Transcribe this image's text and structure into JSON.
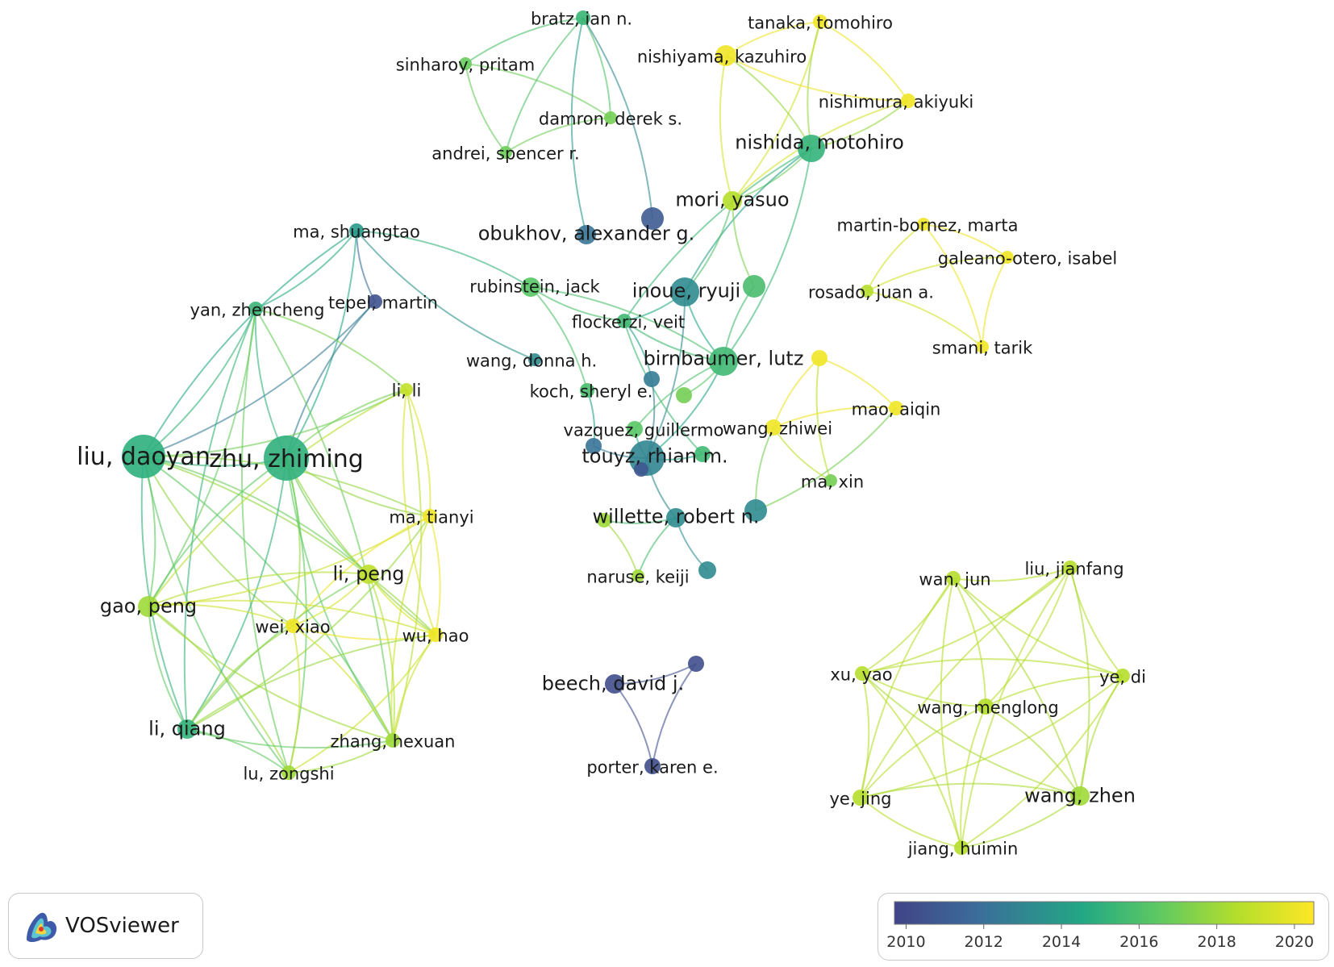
{
  "app": {
    "logo_text": "VOSviewer"
  },
  "colors": {
    "c2010": "#414487",
    "c2012": "#3b6d9a",
    "c2014": "#22a884",
    "c2016": "#5ec962",
    "c2018": "#b5de2b",
    "c2020": "#fde725"
  },
  "legend": {
    "ticks": [
      "2010",
      "2012",
      "2014",
      "2016",
      "2018",
      "2020"
    ],
    "min": 2009.7,
    "max": 2020.5
  },
  "nodes": [
    {
      "id": "bratz",
      "label": "bratz, ian n.",
      "year": 2014.8
    },
    {
      "id": "sinharoy",
      "label": "sinharoy, pritam",
      "year": 2016.2
    },
    {
      "id": "damron",
      "label": "damron, derek s.",
      "year": 2016.5
    },
    {
      "id": "andrei",
      "label": "andrei, spencer r.",
      "year": 2016.3
    },
    {
      "id": "tanaka",
      "label": "tanaka, tomohiro",
      "year": 2020.0
    },
    {
      "id": "nishiyama",
      "label": "nishiyama, kazuhiro",
      "year": 2020.0
    },
    {
      "id": "nishimura",
      "label": "nishimura, akiyuki",
      "year": 2020.0
    },
    {
      "id": "nishida",
      "label": "nishida, motohiro",
      "year": 2014.6
    },
    {
      "id": "mori",
      "label": "mori, yasuo",
      "year": 2018.0
    },
    {
      "id": "obukhov",
      "label": "obukhov, alexander g.",
      "year": 2012.3
    },
    {
      "id": "obuk2",
      "label": "",
      "year": 2011.0
    },
    {
      "id": "martinb",
      "label": "martin-bornez, marta",
      "year": 2020.0
    },
    {
      "id": "galeano",
      "label": "galeano-otero, isabel",
      "year": 2020.0
    },
    {
      "id": "rosado",
      "label": "rosado, juan a.",
      "year": 2018.0
    },
    {
      "id": "smani",
      "label": "smani, tarik",
      "year": 2020.0
    },
    {
      "id": "mashuang",
      "label": "ma, shuangtao",
      "year": 2013.5
    },
    {
      "id": "rubinstein",
      "label": "rubinstein, jack",
      "year": 2015.8
    },
    {
      "id": "inoue",
      "label": "inoue, ryuji",
      "year": 2013.0
    },
    {
      "id": "inoue2",
      "label": "",
      "year": 2015.3
    },
    {
      "id": "yanzh",
      "label": "yan, zhencheng",
      "year": 2014.8
    },
    {
      "id": "tepel",
      "label": "tepel, martin",
      "year": 2010.5
    },
    {
      "id": "flockerzi",
      "label": "flockerzi, veit",
      "year": 2015.0
    },
    {
      "id": "wangdonna",
      "label": "wang, donna h.",
      "year": 2013.0
    },
    {
      "id": "birnbaumer",
      "label": "birnbaumer, lutz",
      "year": 2015.0
    },
    {
      "id": "birnY",
      "label": "",
      "year": 2020.0
    },
    {
      "id": "lili",
      "label": "li, li",
      "year": 2018.5
    },
    {
      "id": "koch",
      "label": "koch, sheryl e.",
      "year": 2015.3
    },
    {
      "id": "blue1",
      "label": "",
      "year": 2012.5
    },
    {
      "id": "green1",
      "label": "",
      "year": 2016.5
    },
    {
      "id": "maoaiqin",
      "label": "mao, aiqin",
      "year": 2020.0
    },
    {
      "id": "vazquez",
      "label": "vazquez, guillermo",
      "year": 2015.8
    },
    {
      "id": "wangzhiwei",
      "label": "wang, zhiwei",
      "year": 2020.0
    },
    {
      "id": "liudaoyan",
      "label": "liu, daoyan",
      "year": 2014.4
    },
    {
      "id": "zhuzhiming",
      "label": "zhu, zhiming",
      "year": 2014.5
    },
    {
      "id": "touyz",
      "label": "touyz, rhian m.",
      "year": 2012.8
    },
    {
      "id": "touyzA",
      "label": "",
      "year": 2012.2
    },
    {
      "id": "touyzB",
      "label": "",
      "year": 2015.0
    },
    {
      "id": "touyzC",
      "label": "",
      "year": 2010.8
    },
    {
      "id": "maxin",
      "label": "ma, xin",
      "year": 2016.5
    },
    {
      "id": "matianyi",
      "label": "ma, tianyi",
      "year": 2020.0
    },
    {
      "id": "willette",
      "label": "willette, robert n.",
      "year": 2013.0
    },
    {
      "id": "willA",
      "label": "",
      "year": 2017.5
    },
    {
      "id": "willB",
      "label": "",
      "year": 2013.0
    },
    {
      "id": "willC",
      "label": "",
      "year": 2013.0
    },
    {
      "id": "lipeng",
      "label": "li, peng",
      "year": 2018.3
    },
    {
      "id": "naruse",
      "label": "naruse, keiji",
      "year": 2017.5
    },
    {
      "id": "wanjun",
      "label": "wan, jun",
      "year": 2018.0
    },
    {
      "id": "liujianfang",
      "label": "liu, jianfang",
      "year": 2018.0
    },
    {
      "id": "gaopeng",
      "label": "gao, peng",
      "year": 2017.5
    },
    {
      "id": "weixiao",
      "label": "wei, xiao",
      "year": 2020.0
    },
    {
      "id": "wuhao",
      "label": "wu, hao",
      "year": 2020.0
    },
    {
      "id": "xuyao",
      "label": "xu, yao",
      "year": 2018.0
    },
    {
      "id": "yedi",
      "label": "ye, di",
      "year": 2018.0
    },
    {
      "id": "beech",
      "label": "beech, david j.",
      "year": 2010.3
    },
    {
      "id": "beechB",
      "label": "",
      "year": 2010.3
    },
    {
      "id": "wangmenglong",
      "label": "wang, menglong",
      "year": 2018.0
    },
    {
      "id": "liqiang",
      "label": "li, qiang",
      "year": 2014.6
    },
    {
      "id": "zhanghexuan",
      "label": "zhang, hexuan",
      "year": 2017.5
    },
    {
      "id": "porter",
      "label": "porter, karen e.",
      "year": 2010.3
    },
    {
      "id": "luzongshi",
      "label": "lu, zongshi",
      "year": 2017.5
    },
    {
      "id": "yejing",
      "label": "ye, jing",
      "year": 2018.0
    },
    {
      "id": "wangzhen",
      "label": "wang, zhen",
      "year": 2017.5
    },
    {
      "id": "jianghuimin",
      "label": "jiang, huimin",
      "year": 2018.0
    }
  ],
  "links": [
    [
      "bratz",
      "sinharoy"
    ],
    [
      "bratz",
      "damron"
    ],
    [
      "bratz",
      "andrei"
    ],
    [
      "bratz",
      "obuk2"
    ],
    [
      "bratz",
      "obukhov"
    ],
    [
      "sinharoy",
      "damron"
    ],
    [
      "sinharoy",
      "andrei"
    ],
    [
      "andrei",
      "damron"
    ],
    [
      "tanaka",
      "nishiyama"
    ],
    [
      "tanaka",
      "nishimura"
    ],
    [
      "tanaka",
      "nishida"
    ],
    [
      "tanaka",
      "mori"
    ],
    [
      "nishiyama",
      "nishimura"
    ],
    [
      "nishiyama",
      "nishida"
    ],
    [
      "nishiyama",
      "mori"
    ],
    [
      "nishimura",
      "nishida"
    ],
    [
      "nishimura",
      "mori"
    ],
    [
      "nishida",
      "mori"
    ],
    [
      "nishida",
      "inoue"
    ],
    [
      "nishida",
      "birnbaumer"
    ],
    [
      "nishida",
      "flockerzi"
    ],
    [
      "mori",
      "inoue"
    ],
    [
      "mori",
      "inoue2"
    ],
    [
      "martinb",
      "galeano"
    ],
    [
      "martinb",
      "rosado"
    ],
    [
      "martinb",
      "smani"
    ],
    [
      "galeano",
      "smani"
    ],
    [
      "rosado",
      "smani"
    ],
    [
      "galeano",
      "rosado"
    ],
    [
      "mashuang",
      "rubinstein"
    ],
    [
      "mashuang",
      "tepel"
    ],
    [
      "mashuang",
      "yanzh"
    ],
    [
      "mashuang",
      "liudaoyan"
    ],
    [
      "mashuang",
      "zhuzhiming"
    ],
    [
      "mashuang",
      "wangdonna"
    ],
    [
      "rubinstein",
      "koch"
    ],
    [
      "rubinstein",
      "flockerzi"
    ],
    [
      "rubinstein",
      "birnbaumer"
    ],
    [
      "inoue",
      "birnbaumer"
    ],
    [
      "inoue",
      "flockerzi"
    ],
    [
      "inoue2",
      "birnbaumer"
    ],
    [
      "inoue",
      "touyz"
    ],
    [
      "flockerzi",
      "birnbaumer"
    ],
    [
      "flockerzi",
      "blue1"
    ],
    [
      "flockerzi",
      "touyzB"
    ],
    [
      "birnbaumer",
      "green1"
    ],
    [
      "birnbaumer",
      "vazquez"
    ],
    [
      "birnbaumer",
      "touyz"
    ],
    [
      "birnY",
      "wangzhiwei"
    ],
    [
      "birnY",
      "maoaiqin"
    ],
    [
      "birnY",
      "maxin"
    ],
    [
      "wangzhiwei",
      "maoaiqin"
    ],
    [
      "wangzhiwei",
      "willC"
    ],
    [
      "maoaiqin",
      "willC"
    ],
    [
      "wangzhiwei",
      "maxin"
    ],
    [
      "koch",
      "touyzA"
    ],
    [
      "vazquez",
      "touyz"
    ],
    [
      "blue1",
      "touyz"
    ],
    [
      "touyzA",
      "touyz"
    ],
    [
      "touyzB",
      "touyz"
    ],
    [
      "touyzC",
      "touyz"
    ],
    [
      "willette",
      "willA"
    ],
    [
      "willette",
      "willB"
    ],
    [
      "willA",
      "naruse"
    ],
    [
      "willette",
      "naruse"
    ],
    [
      "willette",
      "touyz"
    ],
    [
      "beech",
      "beechB"
    ],
    [
      "beech",
      "porter"
    ],
    [
      "beechB",
      "porter"
    ],
    [
      "tepel",
      "liudaoyan"
    ],
    [
      "tepel",
      "zhuzhiming"
    ],
    [
      "yanzh",
      "liudaoyan"
    ],
    [
      "yanzh",
      "zhuzhiming"
    ],
    [
      "yanzh",
      "lili"
    ],
    [
      "yanzh",
      "liqiang"
    ],
    [
      "yanzh",
      "gaopeng"
    ],
    [
      "yanzh",
      "luzongshi"
    ],
    [
      "yanzh",
      "zhanghexuan"
    ],
    [
      "liudaoyan",
      "zhuzhiming"
    ],
    [
      "liudaoyan",
      "gaopeng"
    ],
    [
      "liudaoyan",
      "liqiang"
    ],
    [
      "liudaoyan",
      "lipeng"
    ],
    [
      "liudaoyan",
      "weixiao"
    ],
    [
      "liudaoyan",
      "zhanghexuan"
    ],
    [
      "liudaoyan",
      "luzongshi"
    ],
    [
      "liudaoyan",
      "matianyi"
    ],
    [
      "liudaoyan",
      "lili"
    ],
    [
      "liudaoyan",
      "wuhao"
    ],
    [
      "zhuzhiming",
      "gaopeng"
    ],
    [
      "zhuzhiming",
      "liqiang"
    ],
    [
      "zhuzhiming",
      "lipeng"
    ],
    [
      "zhuzhiming",
      "weixiao"
    ],
    [
      "zhuzhiming",
      "zhanghexuan"
    ],
    [
      "zhuzhiming",
      "luzongshi"
    ],
    [
      "zhuzhiming",
      "matianyi"
    ],
    [
      "zhuzhiming",
      "lili"
    ],
    [
      "zhuzhiming",
      "wuhao"
    ],
    [
      "lili",
      "matianyi"
    ],
    [
      "lili",
      "gaopeng"
    ],
    [
      "lili",
      "zhanghexuan"
    ],
    [
      "lili",
      "wuhao"
    ],
    [
      "matianyi",
      "gaopeng"
    ],
    [
      "matianyi",
      "weixiao"
    ],
    [
      "matianyi",
      "wuhao"
    ],
    [
      "matianyi",
      "zhanghexuan"
    ],
    [
      "matianyi",
      "liqiang"
    ],
    [
      "lipeng",
      "gaopeng"
    ],
    [
      "lipeng",
      "weixiao"
    ],
    [
      "lipeng",
      "wuhao"
    ],
    [
      "lipeng",
      "zhanghexuan"
    ],
    [
      "lipeng",
      "liqiang"
    ],
    [
      "gaopeng",
      "weixiao"
    ],
    [
      "gaopeng",
      "liqiang"
    ],
    [
      "gaopeng",
      "luzongshi"
    ],
    [
      "gaopeng",
      "zhanghexuan"
    ],
    [
      "gaopeng",
      "wuhao"
    ],
    [
      "weixiao",
      "wuhao"
    ],
    [
      "weixiao",
      "zhanghexuan"
    ],
    [
      "weixiao",
      "liqiang"
    ],
    [
      "weixiao",
      "luzongshi"
    ],
    [
      "wuhao",
      "zhanghexuan"
    ],
    [
      "wuhao",
      "luzongshi"
    ],
    [
      "wuhao",
      "liqiang"
    ],
    [
      "liqiang",
      "luzongshi"
    ],
    [
      "liqiang",
      "zhanghexuan"
    ],
    [
      "zhanghexuan",
      "luzongshi"
    ],
    [
      "wanjun",
      "liujianfang"
    ],
    [
      "wanjun",
      "xuyao"
    ],
    [
      "wanjun",
      "yedi"
    ],
    [
      "wanjun",
      "wangmenglong"
    ],
    [
      "wanjun",
      "yejing"
    ],
    [
      "wanjun",
      "wangzhen"
    ],
    [
      "wanjun",
      "jianghuimin"
    ],
    [
      "liujianfang",
      "xuyao"
    ],
    [
      "liujianfang",
      "yedi"
    ],
    [
      "liujianfang",
      "wangmenglong"
    ],
    [
      "liujianfang",
      "yejing"
    ],
    [
      "liujianfang",
      "wangzhen"
    ],
    [
      "liujianfang",
      "jianghuimin"
    ],
    [
      "xuyao",
      "yedi"
    ],
    [
      "xuyao",
      "wangmenglong"
    ],
    [
      "xuyao",
      "yejing"
    ],
    [
      "xuyao",
      "wangzhen"
    ],
    [
      "xuyao",
      "jianghuimin"
    ],
    [
      "yedi",
      "wangmenglong"
    ],
    [
      "yedi",
      "yejing"
    ],
    [
      "yedi",
      "wangzhen"
    ],
    [
      "yedi",
      "jianghuimin"
    ],
    [
      "wangmenglong",
      "yejing"
    ],
    [
      "wangmenglong",
      "wangzhen"
    ],
    [
      "wangmenglong",
      "jianghuimin"
    ],
    [
      "yejing",
      "wangzhen"
    ],
    [
      "yejing",
      "jianghuimin"
    ],
    [
      "wangzhen",
      "jianghuimin"
    ]
  ]
}
